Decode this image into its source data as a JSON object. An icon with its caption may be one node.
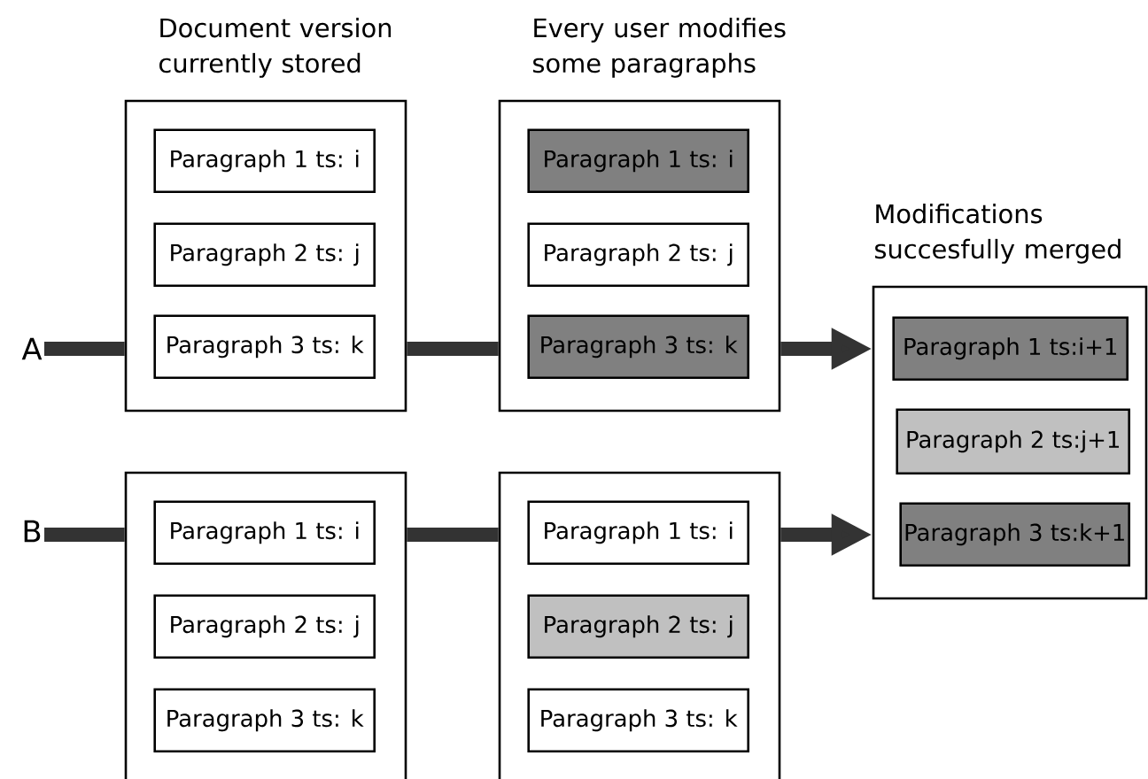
{
  "diagram": {
    "nodes": [
      {
        "text": [
          "Document version currently stored"
        ]
      },
      {
        "text": [
          "Paragraph 1 ts: i"
        ],
        "in": 0
      },
      {
        "text": [
          "Paragraph 2 ts: j"
        ],
        "in": 0
      },
      {
        "text": [
          "Paragraph 3 ts: k"
        ],
        "in": 0
      },
      {
        "text": [
          "Every user modifies some paragraphs"
        ]
      },
      {
        "text": [
          "Paragraph 1 ts: i"
        ],
        "in": 4
      },
      {
        "text": [
          "Paragraph 2 ts: j"
        ],
        "in": 4
      },
      {
        "text": [
          "Paragraph 3 ts: k"
        ],
        "in": 4
      },
      {
        "text": [
          "Modifications succesfully merged"
        ]
      },
      {
        "text": [
          "Paragraph 1 ts:i+1"
        ],
        "in": 8
      },
      {
        "text": [
          "Paragraph 2 ts:j+1"
        ],
        "in": 8
      },
      {
        "text": [
          "Paragraph 3 ts:k+1"
        ],
        "in": 8
      },
      {
        "text": [
          "A"
        ]
      },
      {
        "text": [
          "B"
        ]
      },
      {
        "text": [],
        "shape": "box"
      },
      {
        "text": [
          "Paragraph 1 ts: i"
        ],
        "in": 14
      },
      {
        "text": [
          "Paragraph 2 ts: j"
        ],
        "in": 14
      },
      {
        "text": [
          "Paragraph 3 ts: k"
        ],
        "in": 14
      },
      {
        "text": [],
        "shape": "box"
      },
      {
        "text": [
          "Paragraph 1 ts: i"
        ],
        "in": 18
      },
      {
        "text": [
          "Paragraph 2 ts: j"
        ],
        "in": 18
      },
      {
        "text": [
          "Paragraph 3 ts: k"
        ],
        "in": 18
      }
    ],
    "edges": [
      {
        "from": 12,
        "to": 0,
        "arrow": "none"
      },
      {
        "from": 0,
        "to": 4,
        "arrow": "none"
      },
      {
        "from": 4,
        "to": 8,
        "arrow": "to"
      },
      {
        "from": 13,
        "to": 14,
        "arrow": "none"
      },
      {
        "from": 14,
        "to": 18,
        "arrow": "none"
      },
      {
        "from": 18,
        "to": 8,
        "arrow": "to"
      }
    ]
  }
}
